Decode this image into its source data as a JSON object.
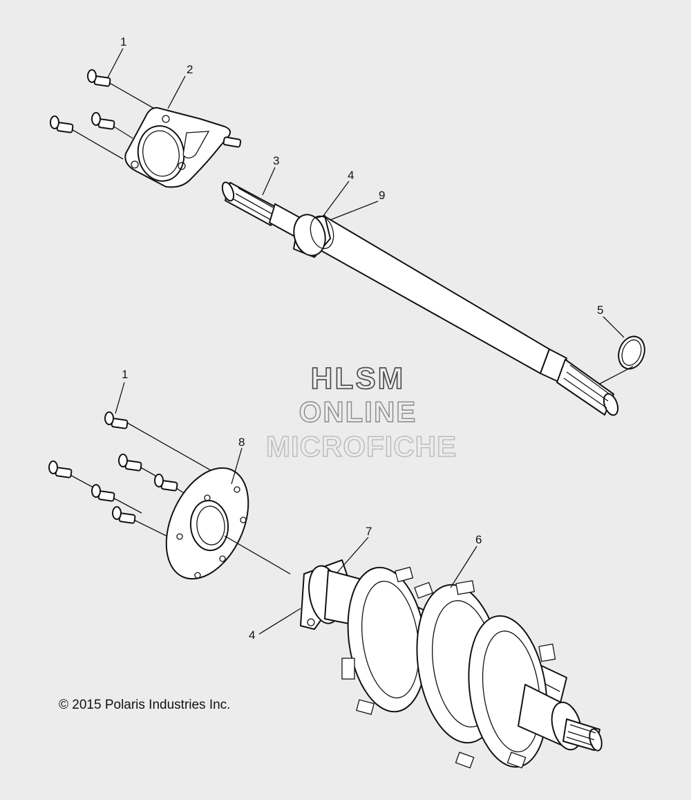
{
  "callouts": {
    "c1_top": "1",
    "c2": "2",
    "c3": "3",
    "c4_top": "4",
    "c9": "9",
    "c5": "5",
    "c1_bottom": "1",
    "c8": "8",
    "c7": "7",
    "c6": "6",
    "c4_bottom": "4"
  },
  "watermark": {
    "line1": "HLSM",
    "line2": "ONLINE",
    "line3": "MICROFICHE"
  },
  "copyright": "© 2015 Polaris Industries Inc."
}
